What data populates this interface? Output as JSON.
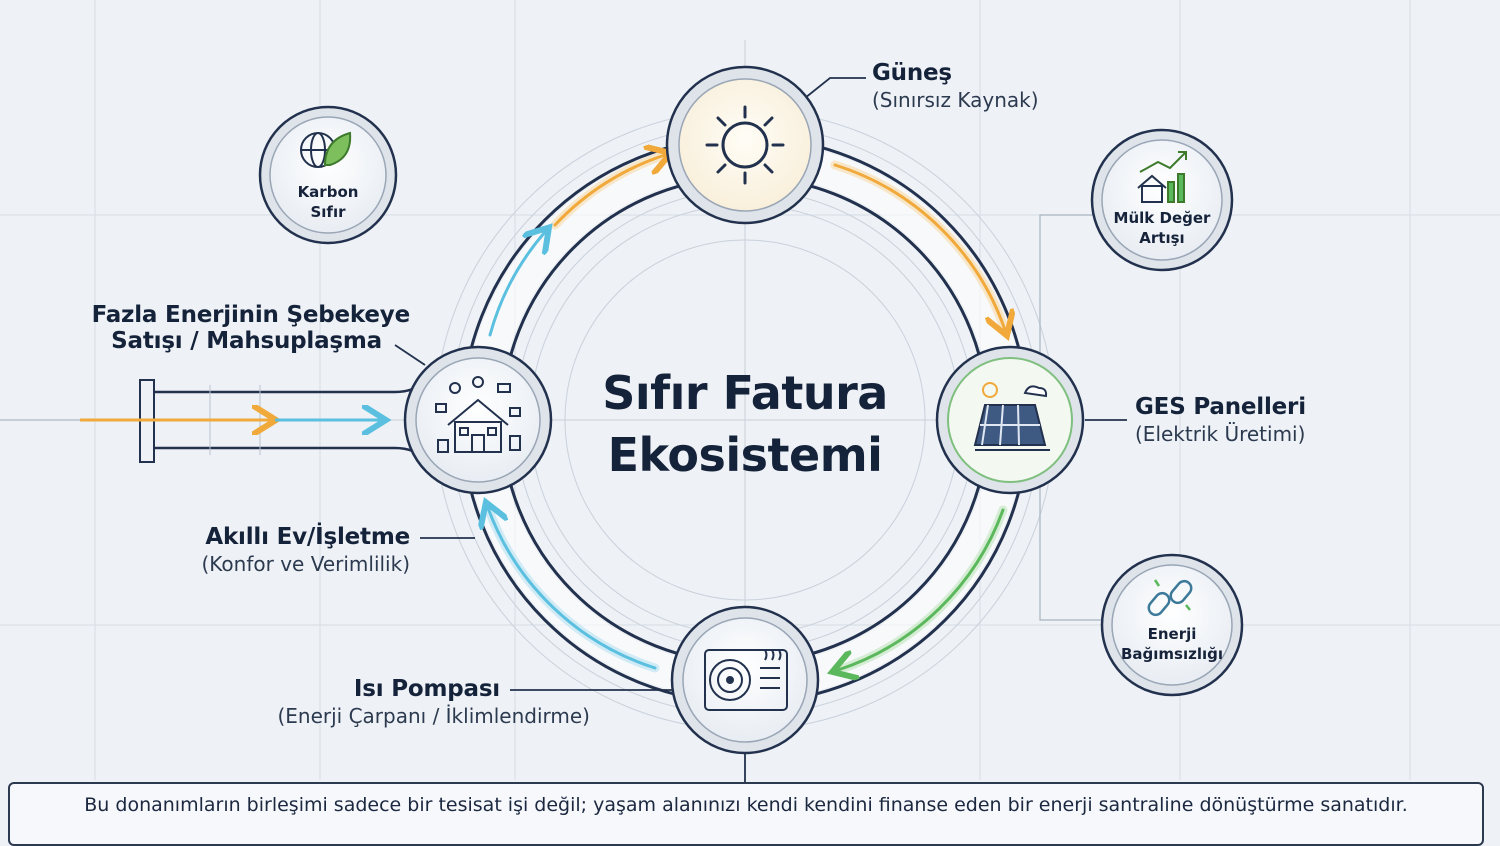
{
  "center": {
    "line1": "Sıfır Fatura",
    "line2": "Ekosistemi"
  },
  "nodes": {
    "sun": {
      "title": "Güneş",
      "subtitle": "(Sınırsız Kaynak)"
    },
    "solar_panels": {
      "title": "GES Panelleri",
      "subtitle": "(Elektrik Üretimi)"
    },
    "heat_pump": {
      "title": "Isı Pompası",
      "subtitle": "(Enerji Çarpanı / İklimlendirme)"
    },
    "smart_home": {
      "title": "Akıllı Ev/İşletme",
      "subtitle": "(Konfor ve Verimlilik)"
    }
  },
  "grid_sale": {
    "line1": "Fazla Enerjinin Şebekeye",
    "line2": "Satışı / Mahsuplaşma"
  },
  "badges": {
    "carbon": {
      "line1": "Karbon",
      "line2": "Sıfır"
    },
    "property": {
      "line1": "Mülk Değer",
      "line2": "Artışı"
    },
    "independence": {
      "line1": "Enerji",
      "line2": "Bağımsızlığı"
    }
  },
  "footer": {
    "text": "Bu donanımların birleşimi sadece bir tesisat işi değil; yaşam alanınızı kendi kendini finanse eden bir enerji santraline dönüştürme sanatıdır."
  },
  "colors": {
    "navy": "#1d2b45",
    "sun_arrow": "#f0a93a",
    "solar_arrow": "#5cb85c",
    "pump_arrow": "#5bc0e0",
    "grid_arrow": "#f0a93a"
  }
}
